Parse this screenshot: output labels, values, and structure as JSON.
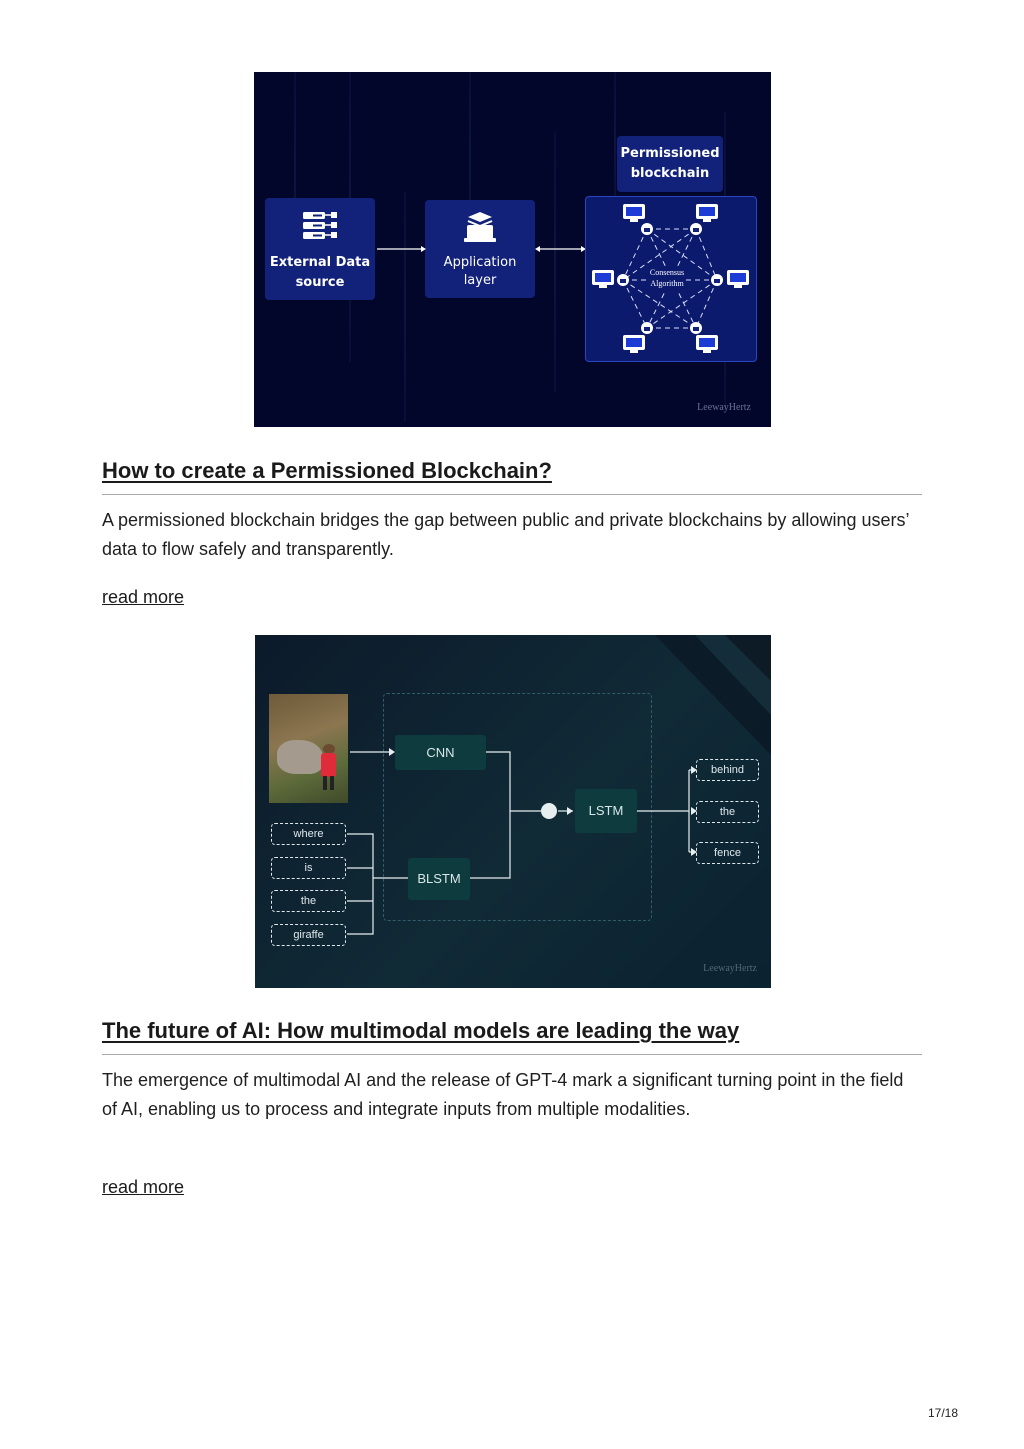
{
  "figure1": {
    "permissioned_label": [
      "Permissioned",
      "blockchain"
    ],
    "external_label": [
      "External Data",
      "source"
    ],
    "application_label": [
      "Application",
      "layer"
    ],
    "consensus_label": [
      "Consensus",
      "Algorithm"
    ],
    "watermark": "LeewayHertz",
    "icons": [
      "server-icon",
      "laptop-icon",
      "computer-icon",
      "lock-icon"
    ]
  },
  "articles": [
    {
      "title": "How to create a Permissioned Blockchain?",
      "summary": "A permissioned blockchain bridges the gap between public and private blockchains by allowing users’ data to flow safely and transparently.",
      "link": "read more"
    },
    {
      "title": "The future of AI: How multimodal models are leading the way",
      "summary": "The emergence of multimodal AI and the release of GPT-4 mark a significant turning point in the field of AI, enabling us to process and integrate inputs from multiple modalities.",
      "link": "read more"
    }
  ],
  "figure2": {
    "cnn": "CNN",
    "blstm": "BLSTM",
    "lstm": "LSTM",
    "question": [
      "where",
      "is",
      "the",
      "giraffe"
    ],
    "answer": [
      "behind",
      "the",
      "fence"
    ],
    "watermark": "LeewayHertz"
  },
  "page": {
    "number": "17/18"
  },
  "colors": {
    "fig1_bg": "#02062a",
    "fig1_box": "#12227a",
    "fig2_bg": "#0f2633",
    "fig2_block": "#0e3b3d"
  }
}
